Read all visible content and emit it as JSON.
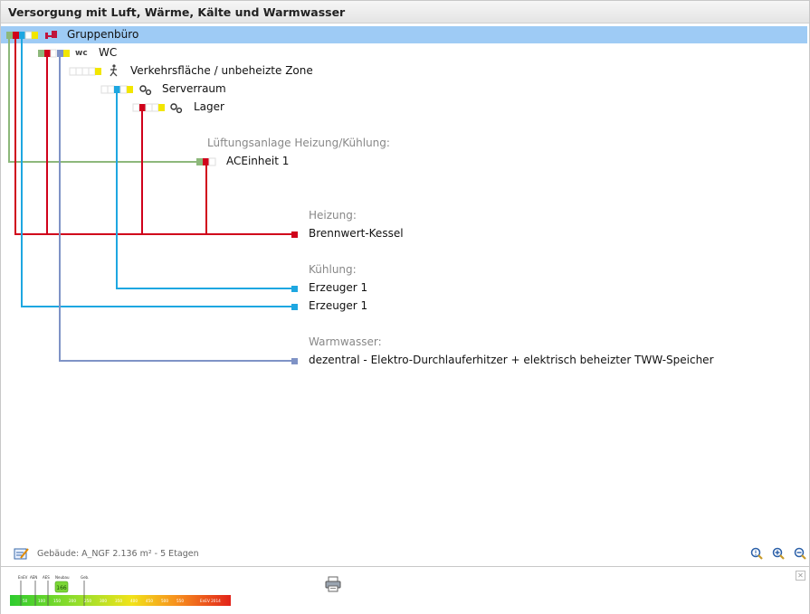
{
  "window": {
    "title": "Versorgung mit Luft, Wärme, Kälte und Warmwasser"
  },
  "zones": [
    {
      "name": "Gruppenbüro",
      "icon": "desk-icon",
      "selected": true
    },
    {
      "name": "WC",
      "icon": "wc-icon",
      "icon_text": "wc"
    },
    {
      "name": "Verkehrsfläche / unbeheizte Zone",
      "icon": "walking-person-icon"
    },
    {
      "name": "Serverraum",
      "icon": "gears-icon"
    },
    {
      "name": "Lager",
      "icon": "gears-icon"
    }
  ],
  "sections": {
    "ventilation": {
      "header": "Lüftungsanlage Heizung/Kühlung:",
      "items": [
        "ACEinheit 1"
      ]
    },
    "heating": {
      "header": "Heizung:",
      "items": [
        "Brennwert-Kessel"
      ]
    },
    "cooling": {
      "header": "Kühlung:",
      "items": [
        "Erzeuger 1",
        "Erzeuger 1"
      ]
    },
    "hotwater": {
      "header": "Warmwasser:",
      "items": [
        "dezentral - Elektro-Durchlauferhitzer + elektrisch beheizter TWW-Speicher"
      ]
    }
  },
  "colors": {
    "ventilation": "#8db87b",
    "heating": "#d0021b",
    "cooling": "#1ea7e1",
    "hotwater": "#7f93c6",
    "zone_yellow": "#f2e600",
    "selected_row": "#9ecbf5"
  },
  "status": {
    "building_info": "Gebäude:  A_NGF 2.136 m²  -  5 Etagen"
  },
  "energy_scale": {
    "value": "166",
    "scale_labels": [
      "50",
      "100",
      "150",
      "200",
      "250",
      "300",
      "350",
      "400",
      "450",
      "500",
      "550",
      "EnEV 2014"
    ],
    "top_markers": [
      "EnEV",
      "AEN",
      "AES",
      "Neubau",
      "Geb."
    ]
  },
  "toolbar_icons": [
    "edit-building-icon",
    "zoom-reset-icon",
    "zoom-in-icon",
    "zoom-out-icon",
    "print-icon",
    "close-icon"
  ]
}
